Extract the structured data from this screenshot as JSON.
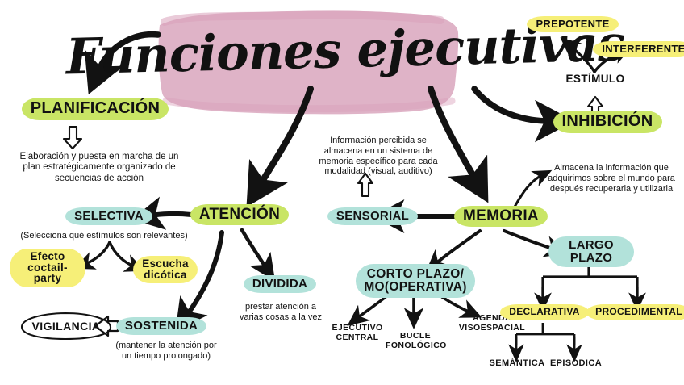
{
  "title": {
    "text": "Funciones ejecutivas"
  },
  "colors": {
    "brush_pink": "#ddafc4",
    "highlight_green": "#c9e565",
    "highlight_teal": "#b2e2da",
    "highlight_yellow": "#f6ef78",
    "ink": "#121212",
    "background": "#ffffff"
  },
  "branches": {
    "planificacion": {
      "label": "PLANIFICACIÓN",
      "description": "Elaboración y puesta en marcha de un\nplan estratégicamente organizado de\nsecuencias de acción"
    },
    "inhibicion": {
      "label": "INHIBICIÓN",
      "estimulo": "ESTÍMULO",
      "types": [
        "PREPOTENTE",
        "INTERFERENTE"
      ]
    },
    "atencion": {
      "label": "ATENCIÓN",
      "selectiva": {
        "label": "SELECTIVA",
        "description": "(Selecciona qué estímulos son relevantes)",
        "examples": [
          "Efecto\ncoctail-party",
          "Escucha\ndicótica"
        ]
      },
      "dividida": {
        "label": "DIVIDIDA",
        "description": "prestar atención a\nvarias cosas a la vez"
      },
      "sostenida": {
        "label": "SOSTENIDA",
        "description": "(mantener la atención por\nun tiempo prolongado)",
        "alias": "VIGILANCIA"
      }
    },
    "memoria": {
      "label": "MEMORIA",
      "description": "Almacena la información que\nadquirimos sobre el mundo para\ndespués recuperarla y utilizarla",
      "sensorial": {
        "label": "SENSORIAL",
        "description": "Información percibida se\nalmacena en un sistema de\nmemoria específico para cada\nmodalidad (visual, auditivo)"
      },
      "corto_plazo": {
        "label": "CORTO PLAZO/\nMO(OPERATIVA)",
        "components": [
          "EJECUTIVO\nCENTRAL",
          "BUCLE\nFONOLÓGICO",
          "AGENDA\nVISOESPACIAL"
        ]
      },
      "largo_plazo": {
        "label": "LARGO PLAZO",
        "declarativa": {
          "label": "DECLARATIVA",
          "subtypes": [
            "SEMÁNTICA",
            "EPISÓDICA"
          ]
        },
        "procedimental": {
          "label": "PROCEDIMENTAL"
        }
      }
    }
  }
}
